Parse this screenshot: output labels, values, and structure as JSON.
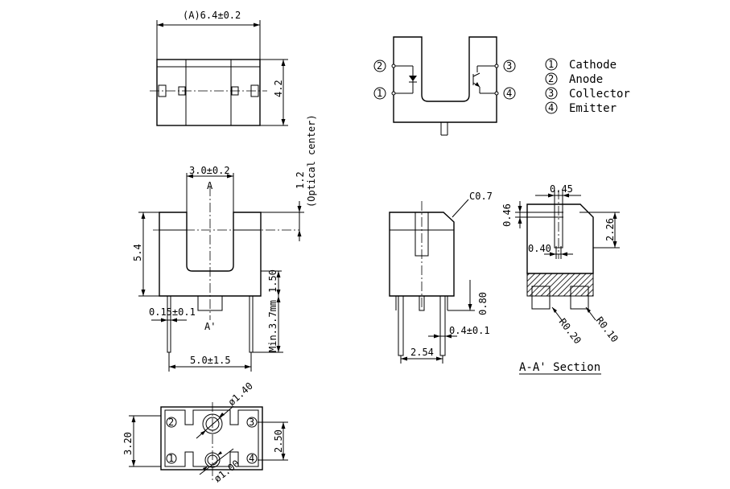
{
  "dims": {
    "top_width": "(A)6.4±0.2",
    "top_height": "4.2",
    "slot_width": "3.0±0.2",
    "optical_center": "1.2",
    "optical_center_note": "(Optical center)",
    "height_total": "5.4",
    "lead_gap": "1.50",
    "lead_thickness": "0.15±0.1",
    "lead_min": "Min.3.7mm",
    "lead_pitch_front": "5.0±1.5",
    "chamfer": "C0.7",
    "lead_protrusion": "0.80",
    "lead_width": "0.4±0.1",
    "lead_pitch_side": "2.54",
    "sec_045": "0.45",
    "sec_046": "0.46",
    "sec_226": "2.26",
    "sec_040": "0.40",
    "r020": "R0.20",
    "r010": "R0.10",
    "bot_d1": "ø1.40",
    "bot_d2": "ø1.00",
    "bot_h1": "3.20",
    "bot_h2": "2.50"
  },
  "section_labels": {
    "a": "A",
    "a_prime": "A'",
    "title": "A-A' Section"
  },
  "schematic_pins": {
    "p1": "1",
    "p2": "2",
    "p3": "3",
    "p4": "4"
  },
  "legend": [
    {
      "num": "1",
      "label": "Cathode"
    },
    {
      "num": "2",
      "label": "Anode"
    },
    {
      "num": "3",
      "label": "Collector"
    },
    {
      "num": "4",
      "label": "Emitter"
    }
  ]
}
